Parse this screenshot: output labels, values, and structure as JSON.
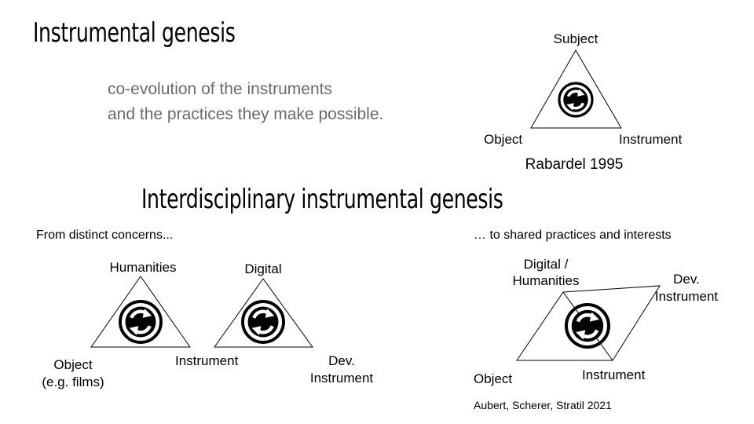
{
  "slide": {
    "title": "Instrumental genesis",
    "subtitle_lines": [
      "co-evolution of the instruments",
      "and the practices they make possible."
    ],
    "section_title": "Interdisciplinary instrumental genesis"
  },
  "top_triangle": {
    "subject": "Subject",
    "object": "Object",
    "instrument": "Instrument",
    "citation": "Rabardel 1995"
  },
  "left_panel": {
    "heading": "From distinct concerns...",
    "humanities_triangle": {
      "top": "Humanities",
      "bottom_left": [
        "Object",
        "(e.g. films)"
      ],
      "bottom_right": "Instrument"
    },
    "digital_triangle": {
      "top": "Digital",
      "bottom_right": [
        "Dev.",
        "Instrument"
      ]
    }
  },
  "right_panel": {
    "heading": "… to shared practices and interests",
    "parallelogram": {
      "top_left": [
        "Digital /",
        "Humanities"
      ],
      "top_right": [
        "Dev.",
        "Instrument"
      ],
      "bottom_left": "Object",
      "bottom_right": "Instrument"
    },
    "citation": "Aubert, Scherer, Stratil 2021"
  },
  "colors": {
    "text": "#000000",
    "subtitle": "#6b6b6b",
    "background": "#ffffff"
  },
  "icons": [
    "cycle-arrows-icon"
  ]
}
